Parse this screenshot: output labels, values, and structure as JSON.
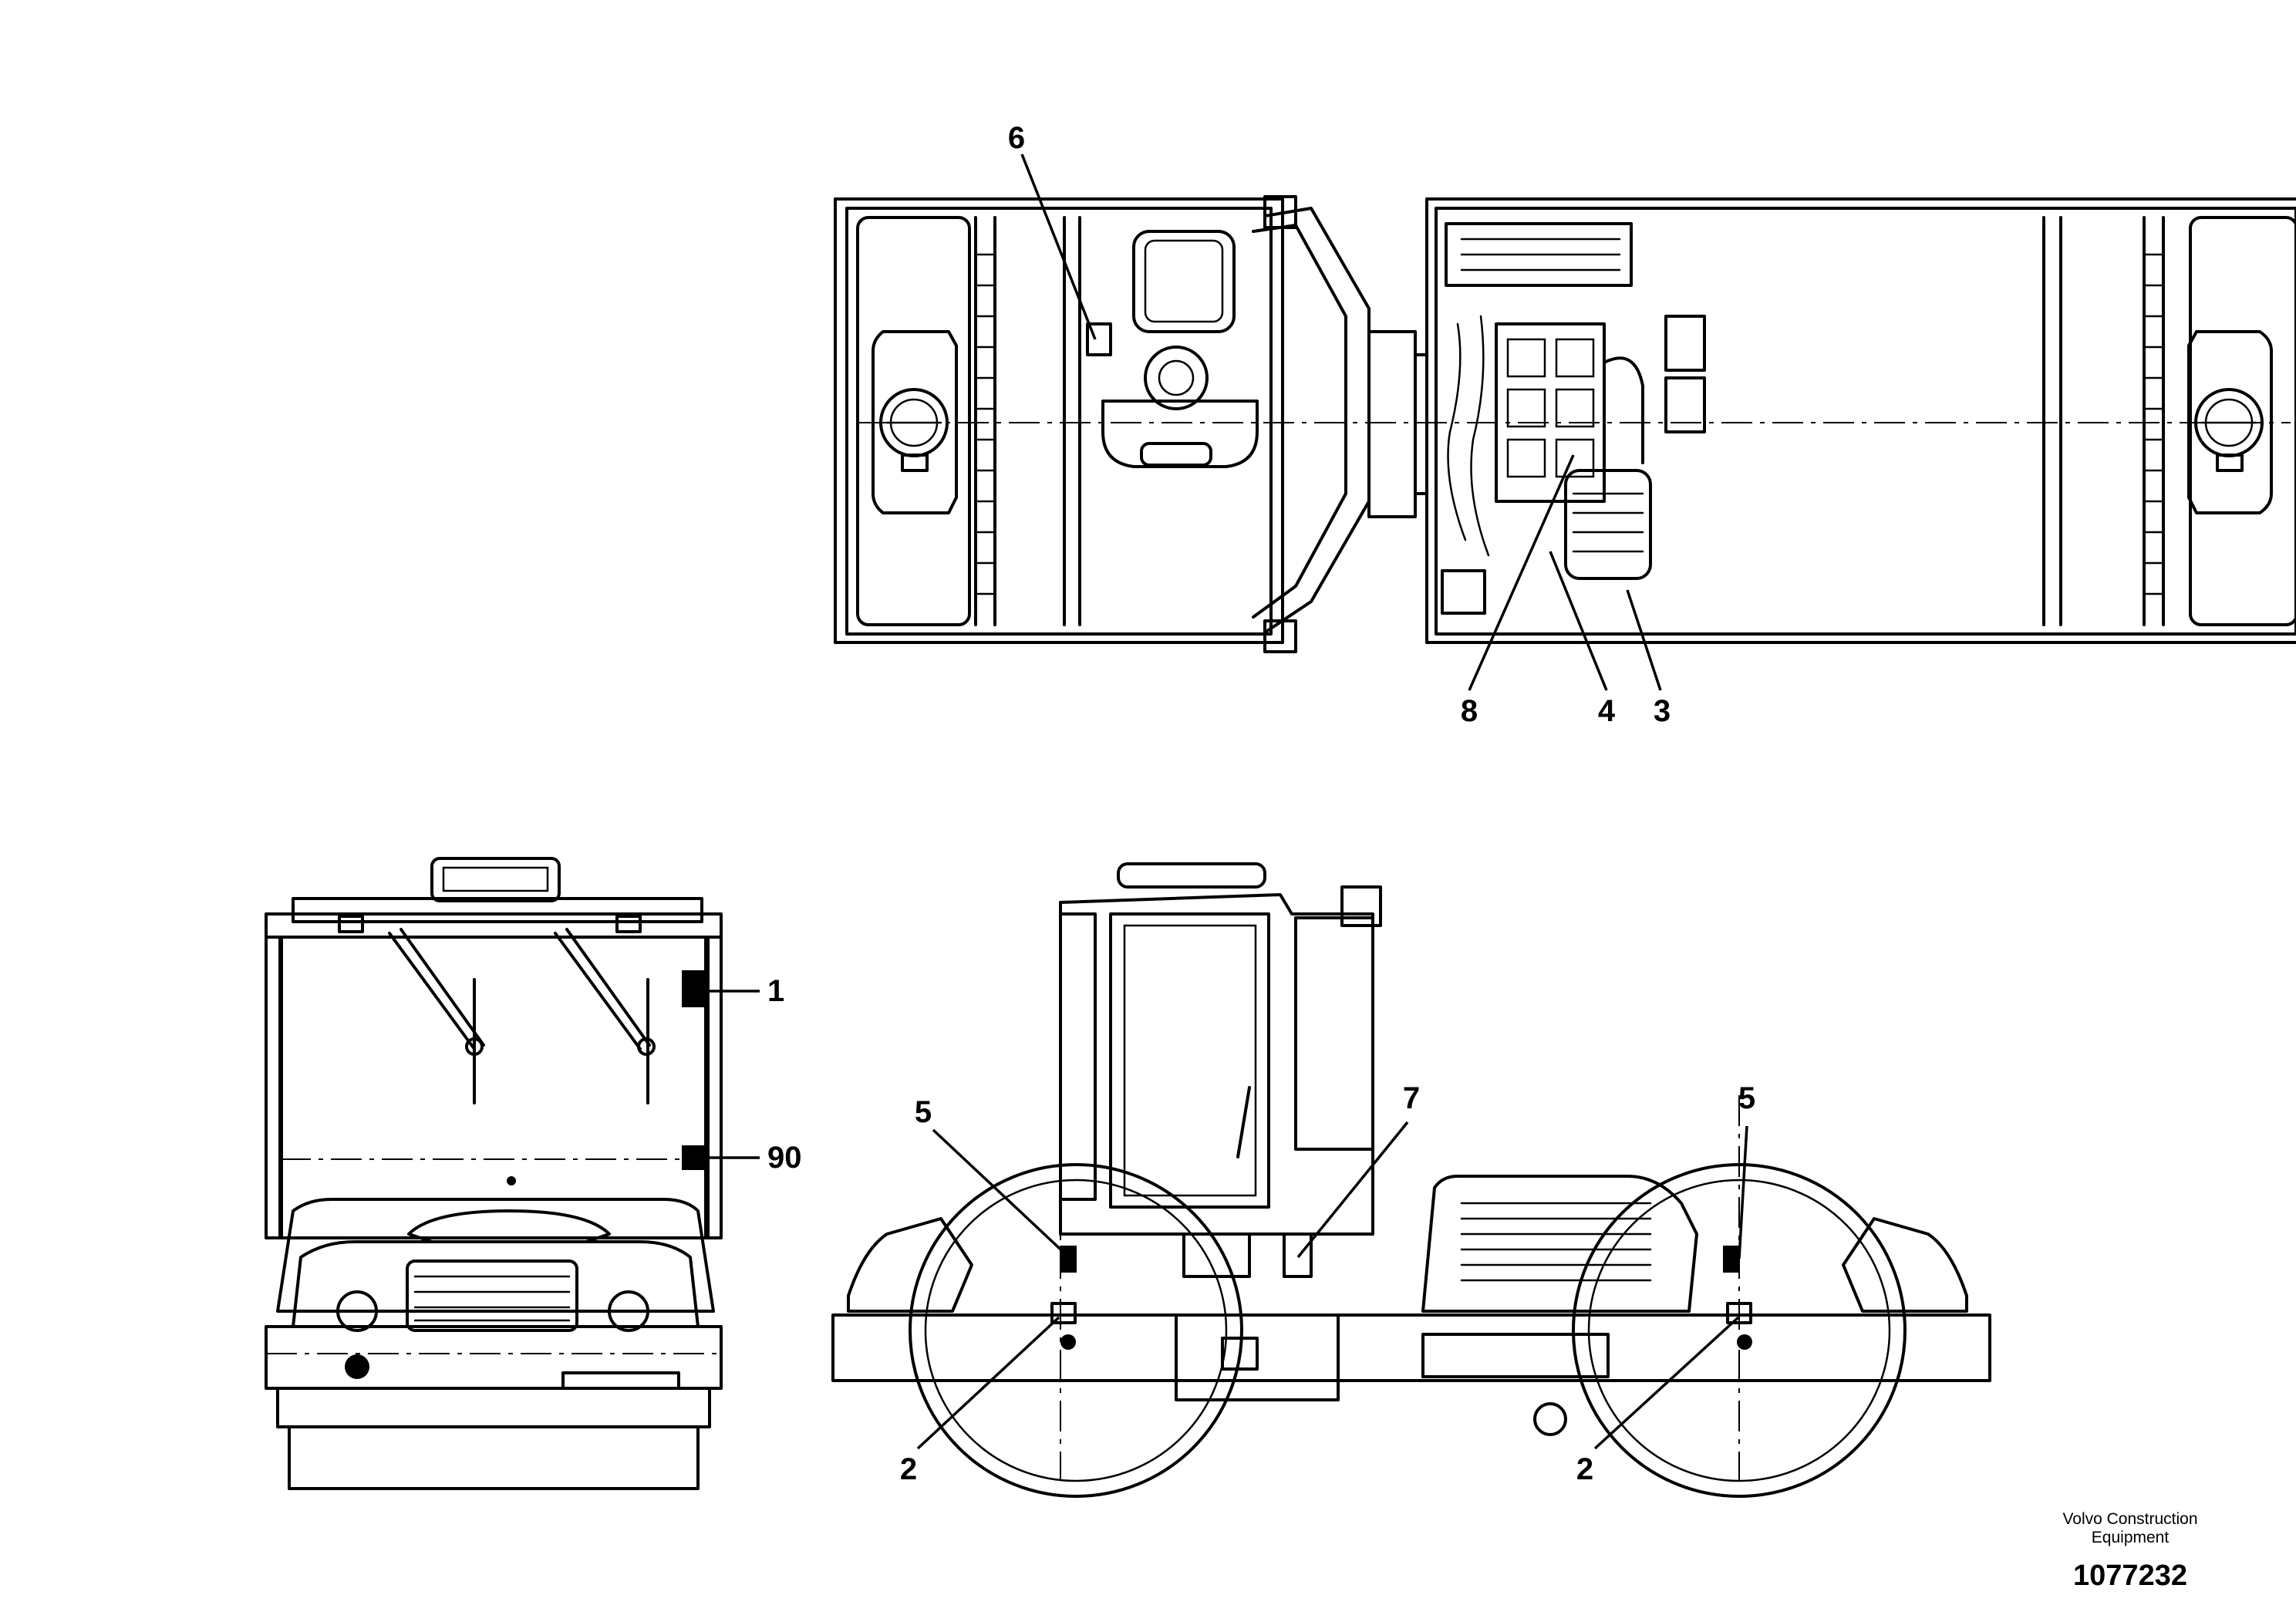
{
  "callouts": {
    "c6": "6",
    "c8": "8",
    "c4": "4",
    "c3": "3",
    "c1": "1",
    "c90": "90",
    "c5_left": "5",
    "c7": "7",
    "c5_right": "5",
    "c2_left": "2",
    "c2_right": "2"
  },
  "credit": {
    "line1": "Volvo Construction",
    "line2": "Equipment"
  },
  "document_number": "1077232"
}
